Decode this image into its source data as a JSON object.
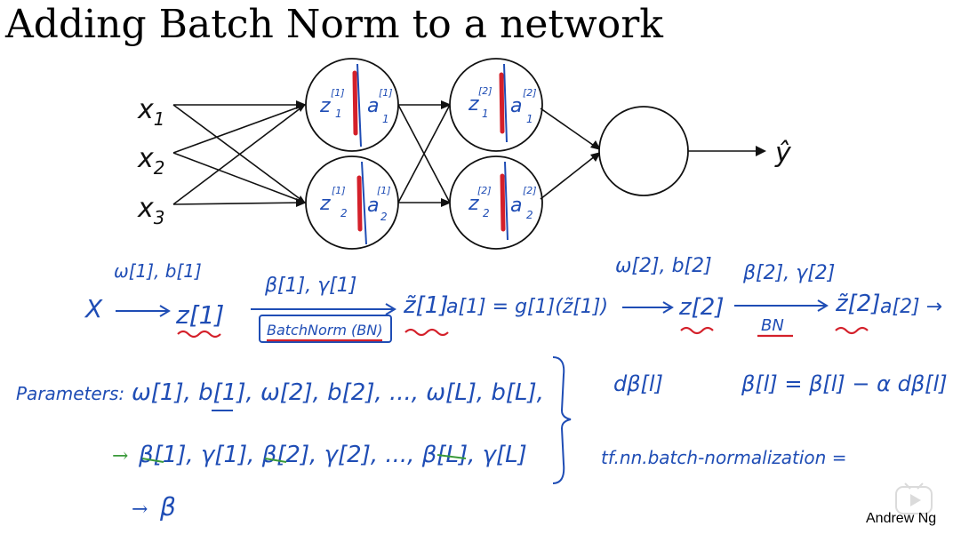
{
  "title": "Adding Batch Norm to a network",
  "credit": "Andrew Ng",
  "colors": {
    "ink": "#1f4db5",
    "red": "#d4202a",
    "green": "#3a9a3a",
    "black": "#111111"
  },
  "network": {
    "inputs": [
      "x",
      "x",
      "x"
    ],
    "input_subscripts": [
      "1",
      "2",
      "3"
    ],
    "output": "ŷ",
    "layer1_nodes": [
      {
        "z": "z",
        "z_sup": "[1]",
        "z_sub": "1",
        "a": "a",
        "a_sup": "[1]",
        "a_sub": "1"
      },
      {
        "z": "z",
        "z_sup": "[1]",
        "z_sub": "2",
        "a": "a",
        "a_sup": "[1]",
        "a_sub": "2"
      }
    ],
    "layer2_nodes": [
      {
        "z": "z",
        "z_sup": "[2]",
        "z_sub": "1",
        "a": "a",
        "a_sup": "[2]",
        "a_sub": "1"
      },
      {
        "z": "z",
        "z_sup": "[2]",
        "z_sub": "2",
        "a": "a",
        "a_sup": "[2]",
        "a_sub": "2"
      }
    ]
  },
  "flow": {
    "x": "X",
    "w1b1": "ω[1], b[1]",
    "z1": "z[1]",
    "beta_gamma_1": "β[1], γ[1]",
    "batchnorm_box": "BatchNorm (BN)",
    "ztilde1": "z̃[1]",
    "a1_eq": "a[1] = g[1](z̃[1])",
    "w2b2": "ω[2], b[2]",
    "z2": "z[2]",
    "beta_gamma_2": "β[2], γ[2]",
    "bn2": "BN",
    "ztilde2": "z̃[2]",
    "a2": "a[2] →"
  },
  "params": {
    "label": "Parameters:",
    "row1": "ω[1], b[1], ω[2], b[2], ..., ω[L], b[L],",
    "row2": "β[1], γ[1], β[2], γ[2], ..., β[L], γ[L]",
    "row3": "β",
    "arrow": "→"
  },
  "update": {
    "dbeta": "dβ[l]",
    "rule": "β[l] = β[l] − α dβ[l]",
    "tf": "tf.nn.batch-normalization ="
  }
}
